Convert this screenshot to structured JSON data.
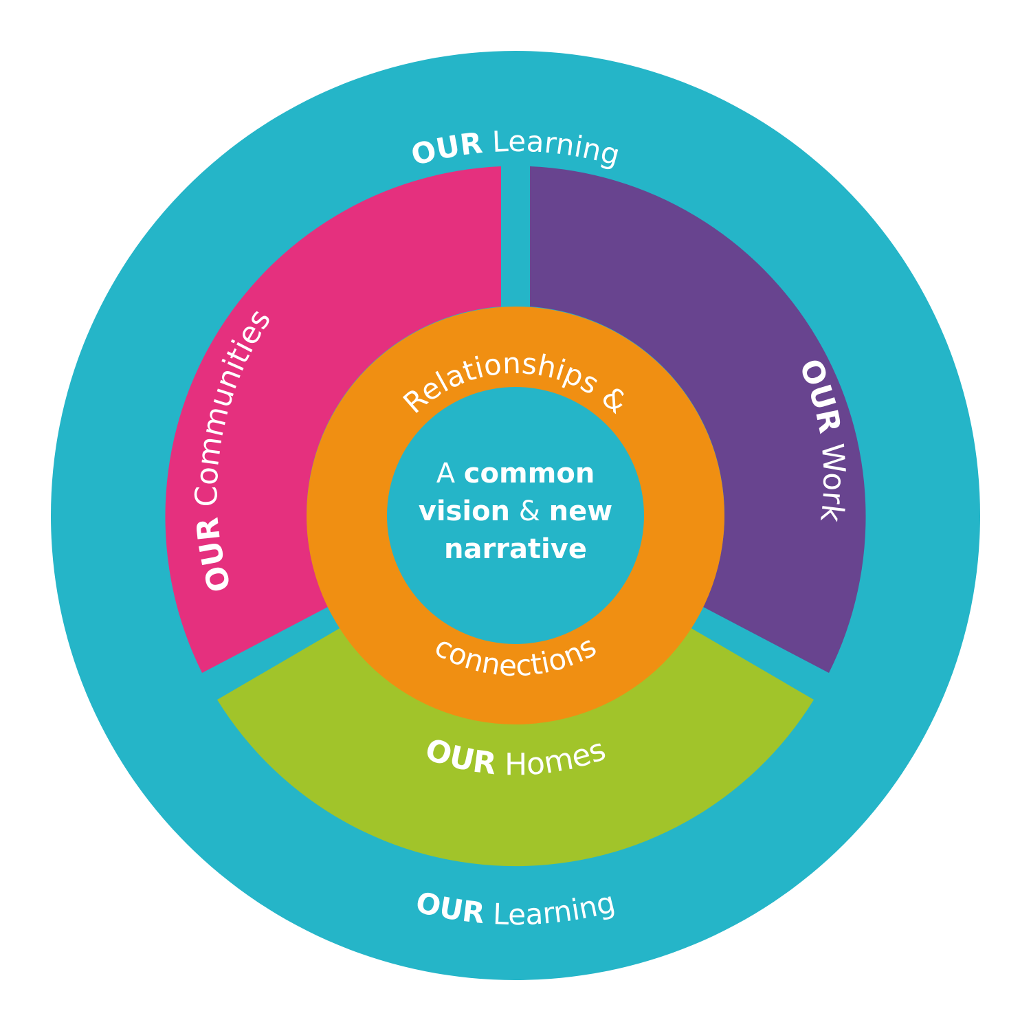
{
  "colors": {
    "outer_circle": "#25b5c8",
    "communities_segment": "#e5307e",
    "work_segment": "#68448f",
    "homes_segment": "#a1c42a",
    "ring": "#f08f12",
    "center": "#25b5c8",
    "text": "#ffffff"
  },
  "outer": {
    "top_label": {
      "bold": "OUR",
      "text": " Learning"
    },
    "bottom_label": {
      "bold": "OUR",
      "text": " Learning"
    }
  },
  "segments": {
    "communities": {
      "bold": "OUR",
      "text": " Communities"
    },
    "work": {
      "bold": "OUR",
      "text": " Work"
    },
    "homes": {
      "bold": "OUR",
      "text": " Homes"
    }
  },
  "ring": {
    "top_text": "Relationships &",
    "bottom_text": "connections"
  },
  "center": {
    "line1_regular": "A ",
    "line1_bold": "common",
    "line2_bold_a": "vision",
    "line2_regular": " & ",
    "line2_bold_b": "new",
    "line3_bold": "narrative"
  }
}
